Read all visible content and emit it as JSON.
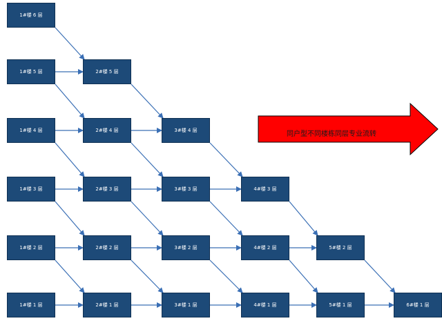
{
  "diagram": {
    "node_fill": "#1d4a78",
    "edge_color": "#3a6fb5",
    "accent_arrow_color": "#ff0000",
    "nodes": [
      {
        "id": "1-6",
        "label": "1#楼 6 层"
      },
      {
        "id": "1-5",
        "label": "1#楼 5 层"
      },
      {
        "id": "1-4",
        "label": "1#楼 4 层"
      },
      {
        "id": "1-3",
        "label": "1#楼 3 层"
      },
      {
        "id": "1-2",
        "label": "1#楼 2 层"
      },
      {
        "id": "1-1",
        "label": "1#楼 1 层"
      },
      {
        "id": "2-5",
        "label": "2#楼 5 层"
      },
      {
        "id": "2-4",
        "label": "2#楼 4 层"
      },
      {
        "id": "2-3",
        "label": "2#楼 3 层"
      },
      {
        "id": "2-2",
        "label": "2#楼 2 层"
      },
      {
        "id": "2-1",
        "label": "2#楼 1 层"
      },
      {
        "id": "3-4",
        "label": "3#楼 4 层"
      },
      {
        "id": "3-3",
        "label": "3#楼 3 层"
      },
      {
        "id": "3-2",
        "label": "3#楼 2 层"
      },
      {
        "id": "3-1",
        "label": "3#楼 1 层"
      },
      {
        "id": "4-3",
        "label": "4#楼 3 层"
      },
      {
        "id": "4-2",
        "label": "4#楼 2 层"
      },
      {
        "id": "4-1",
        "label": "4#楼 1 层"
      },
      {
        "id": "5-2",
        "label": "5#楼 2 层"
      },
      {
        "id": "5-1",
        "label": "5#楼 1 层"
      },
      {
        "id": "6-1",
        "label": "6#楼 1 层"
      }
    ],
    "edges": [
      [
        "1-6",
        "2-5"
      ],
      [
        "1-5",
        "2-5"
      ],
      [
        "1-5",
        "2-4"
      ],
      [
        "1-4",
        "2-4"
      ],
      [
        "1-4",
        "2-3"
      ],
      [
        "1-3",
        "2-3"
      ],
      [
        "1-3",
        "2-2"
      ],
      [
        "1-2",
        "2-2"
      ],
      [
        "1-2",
        "2-1"
      ],
      [
        "1-1",
        "2-1"
      ],
      [
        "2-5",
        "3-4"
      ],
      [
        "2-4",
        "3-4"
      ],
      [
        "2-4",
        "3-3"
      ],
      [
        "2-3",
        "3-3"
      ],
      [
        "2-3",
        "3-2"
      ],
      [
        "2-2",
        "3-2"
      ],
      [
        "2-2",
        "3-1"
      ],
      [
        "2-1",
        "3-1"
      ],
      [
        "3-4",
        "4-3"
      ],
      [
        "3-3",
        "4-3"
      ],
      [
        "3-3",
        "4-2"
      ],
      [
        "3-2",
        "4-2"
      ],
      [
        "3-2",
        "4-1"
      ],
      [
        "3-1",
        "4-1"
      ],
      [
        "4-3",
        "5-2"
      ],
      [
        "4-2",
        "5-2"
      ],
      [
        "4-2",
        "5-1"
      ],
      [
        "4-1",
        "5-1"
      ],
      [
        "5-2",
        "6-1"
      ],
      [
        "5-1",
        "6-1"
      ]
    ],
    "big_arrow_label": "同户型不同楼栋同层专业流转"
  }
}
